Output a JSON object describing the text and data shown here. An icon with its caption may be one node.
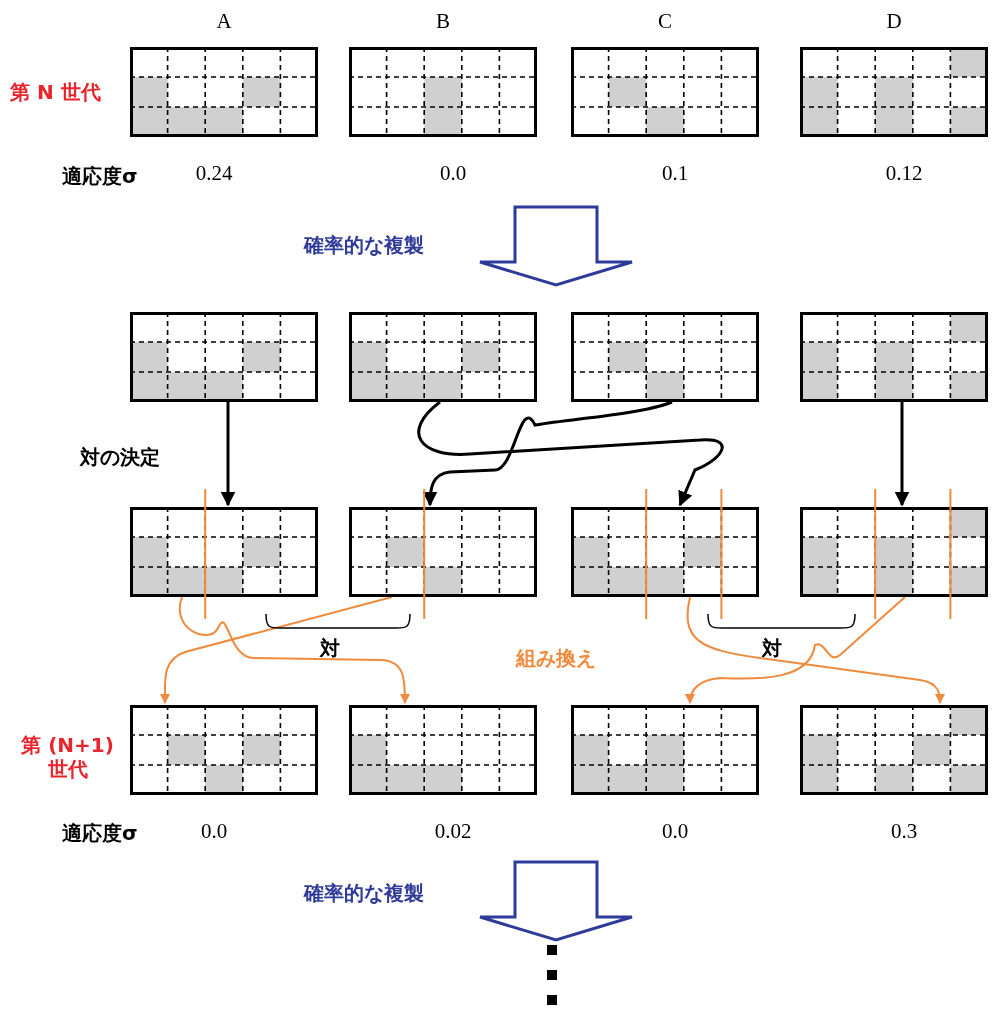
{
  "diagram": {
    "nodes": [
      {
        "text": [
          "A"
        ],
        "beside": [
          "0.24"
        ]
      },
      {
        "text": [
          "B"
        ],
        "beside": [
          "0.0"
        ]
      },
      {
        "text": [
          "C"
        ],
        "beside": [
          "0.1"
        ]
      },
      {
        "text": [
          "D"
        ],
        "beside": [
          "0.12"
        ]
      },
      {
        "text": [],
        "shape": "box"
      },
      {
        "text": [],
        "shape": "box"
      },
      {
        "text": [],
        "shape": "box"
      },
      {
        "text": [],
        "shape": "box"
      },
      {
        "text": [],
        "shape": "box"
      },
      {
        "text": [],
        "shape": "box"
      },
      {
        "text": [],
        "shape": "box"
      },
      {
        "text": [],
        "shape": "box"
      },
      {
        "text": [],
        "shape": "box",
        "beside": [
          "0.0"
        ]
      },
      {
        "text": [],
        "shape": "box",
        "beside": [
          "0.02"
        ]
      },
      {
        "text": [],
        "shape": "box",
        "beside": [
          "0.0"
        ]
      },
      {
        "text": [],
        "shape": "box",
        "beside": [
          "0.3"
        ]
      }
    ],
    "edges": [
      {
        "from": 4,
        "to": 8,
        "arrow": "to"
      },
      {
        "from": 6,
        "to": 9,
        "arrow": "to"
      },
      {
        "from": 5,
        "to": 10,
        "arrow": "to"
      },
      {
        "from": 7,
        "to": 11,
        "arrow": "to"
      },
      {
        "from": 8,
        "to": 13,
        "arrow": "to",
        "color": "#f08a3c"
      },
      {
        "from": 9,
        "to": 12,
        "arrow": "to",
        "color": "#f08a3c"
      },
      {
        "from": 10,
        "to": 15,
        "arrow": "to",
        "color": "#f08a3c"
      },
      {
        "from": 11,
        "to": 14,
        "arrow": "to",
        "color": "#f08a3c"
      }
    ],
    "labels": [
      "第 N 世代",
      "適応度σ",
      "確率的な複製",
      "対の決定",
      "対",
      "組み換え",
      "対",
      "第 (N+1) 世代",
      "適応度σ",
      "確率的な複製"
    ]
  }
}
